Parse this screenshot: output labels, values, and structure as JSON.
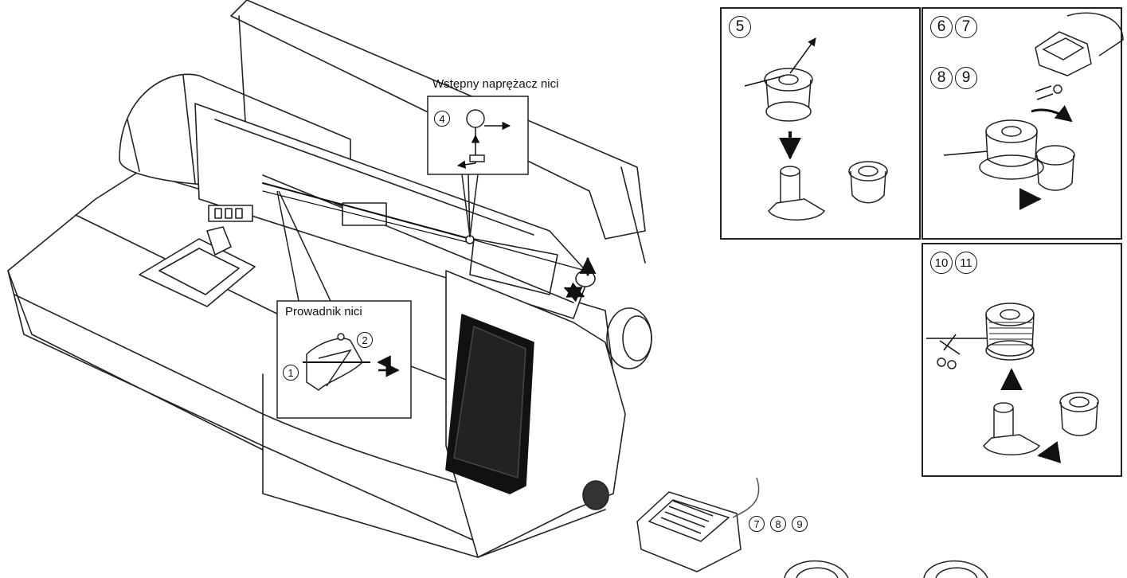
{
  "callouts": {
    "pretensioner": "Wstępny naprężacz nici",
    "thread_guide": "Prowadnik nici",
    "guide_step_1": "1",
    "guide_step_2": "2",
    "pretension_step": "4"
  },
  "panels": [
    {
      "steps": [
        "5"
      ]
    },
    {
      "steps_row1": [
        "6",
        "7"
      ],
      "steps_row2": [
        "8",
        "9"
      ]
    },
    {
      "steps": [
        "10",
        "11"
      ]
    }
  ],
  "pedal": {
    "steps": [
      "7",
      "8",
      "9"
    ]
  },
  "colors": {
    "line": "#222222",
    "background": "#ffffff"
  }
}
